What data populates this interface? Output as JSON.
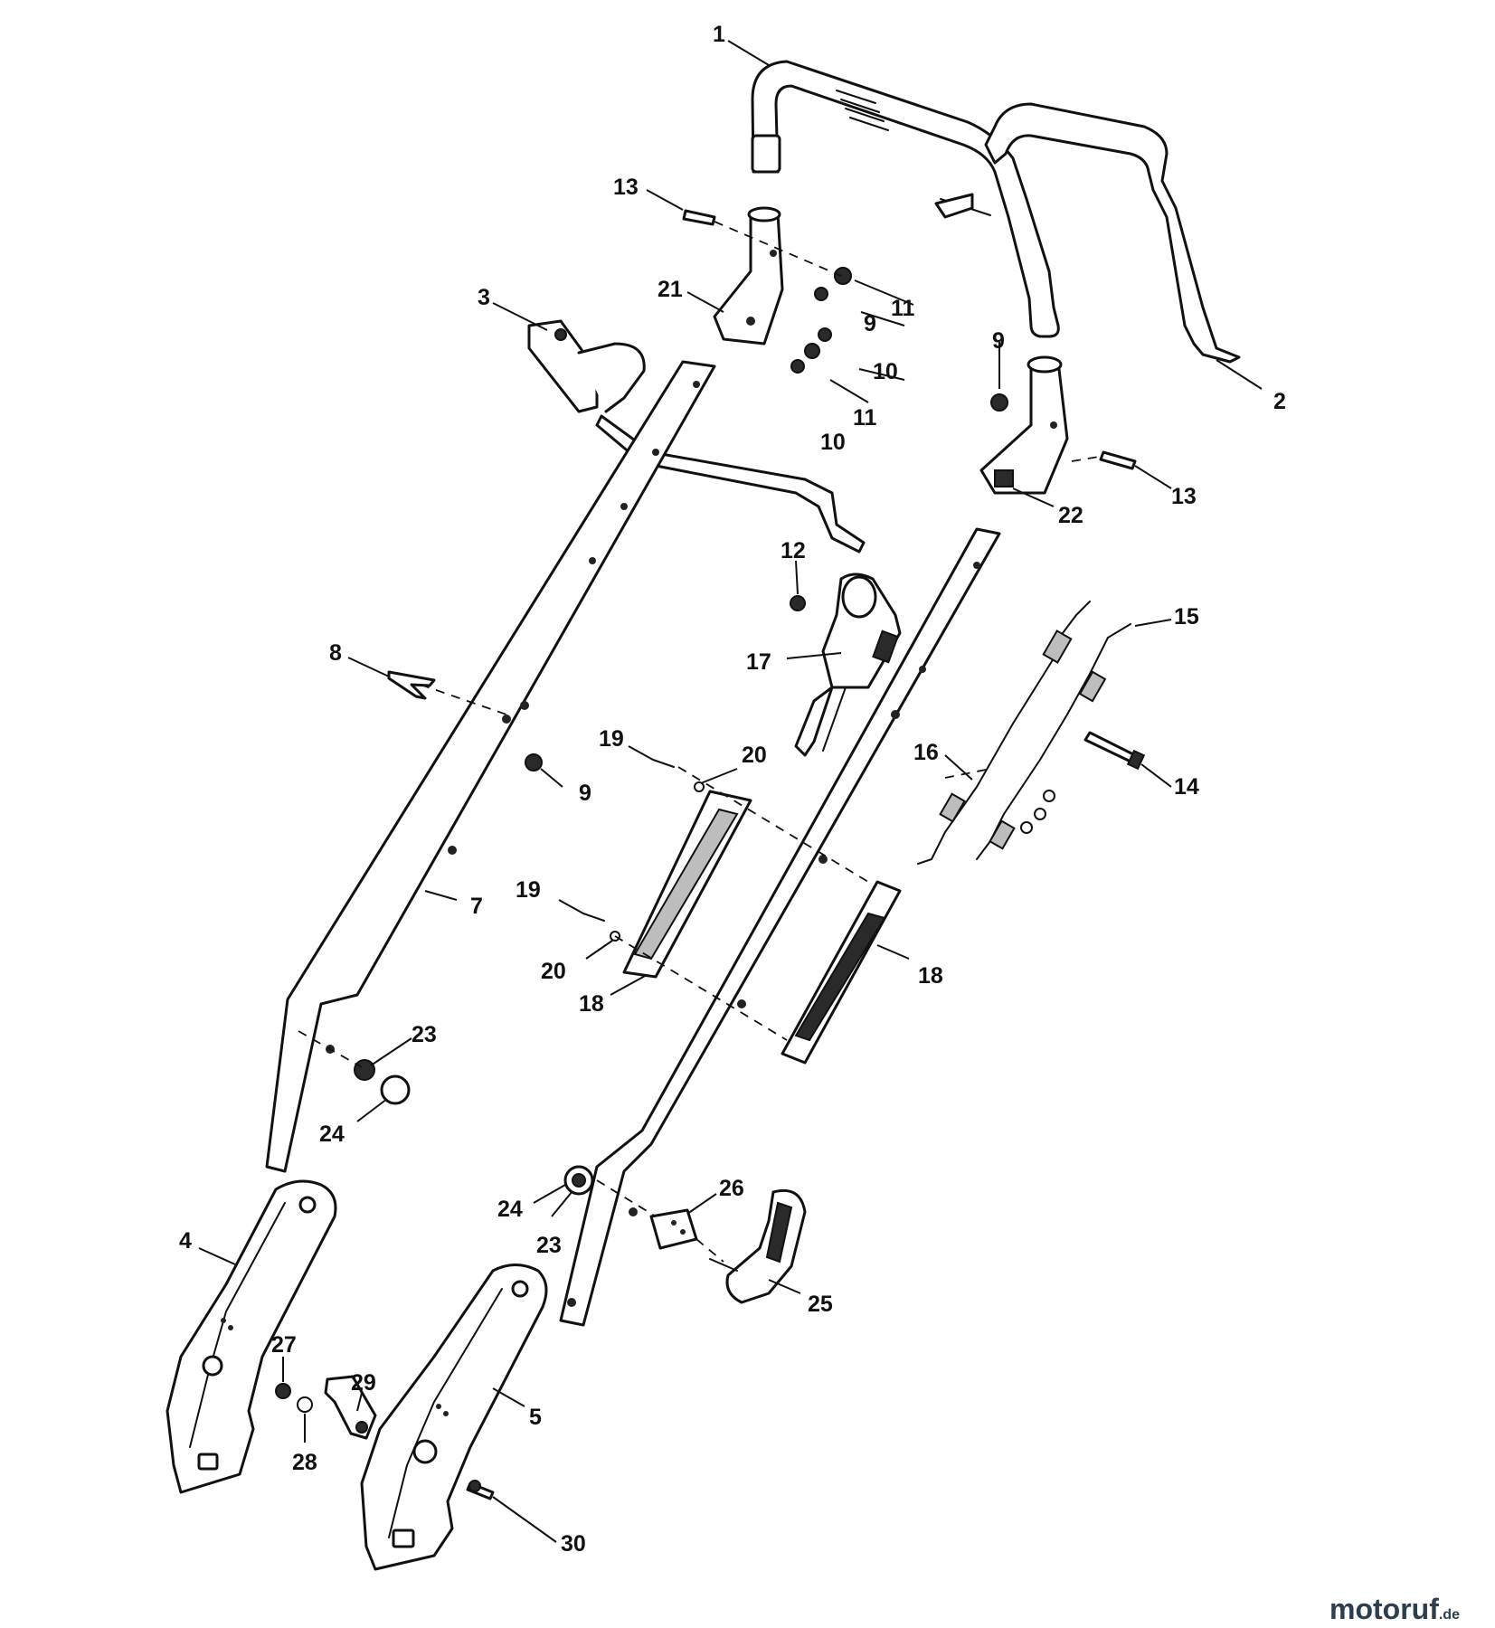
{
  "diagram": {
    "callouts": [
      "1",
      "2",
      "3",
      "4",
      "5",
      "7",
      "8",
      "9",
      "9",
      "9",
      "10",
      "10",
      "11",
      "11",
      "12",
      "13",
      "13",
      "14",
      "15",
      "16",
      "17",
      "18",
      "18",
      "19",
      "19",
      "20",
      "20",
      "21",
      "22",
      "23",
      "23",
      "24",
      "24",
      "25",
      "26",
      "27",
      "28",
      "29",
      "30"
    ]
  },
  "watermark": {
    "brand": "motoruf",
    "suffix": ".de",
    "colors": {
      "m": "#c0392b",
      "o1": "#e67e22",
      "t": "#27ae60",
      "o2": "#2980b9",
      "r": "#8e44ad",
      "u": "#2c3e50",
      "f": "#16a085"
    }
  }
}
